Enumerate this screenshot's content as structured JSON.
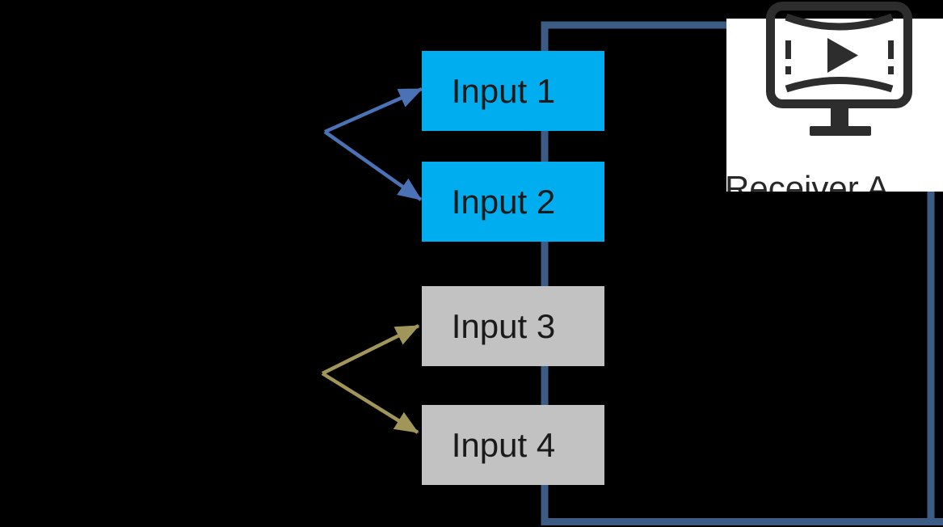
{
  "diagram": {
    "inputs": [
      {
        "label": "Input 1",
        "color": "#00aeef"
      },
      {
        "label": "Input 2",
        "color": "#00aeef"
      },
      {
        "label": "Input 3",
        "color": "#c2c2c2"
      },
      {
        "label": "Input 4",
        "color": "#c2c2c2"
      }
    ],
    "receiver": {
      "label": "Receiver A",
      "icon": "video-monitor-icon"
    },
    "colors": {
      "background": "#000000",
      "bus": "#3c5c86",
      "arrow-blue": "#4a72b4",
      "arrow-olive": "#a19659",
      "box-text": "#1a1a1a",
      "card": "#ffffff",
      "icon": "#2d2d2d",
      "label": "#282828"
    }
  }
}
